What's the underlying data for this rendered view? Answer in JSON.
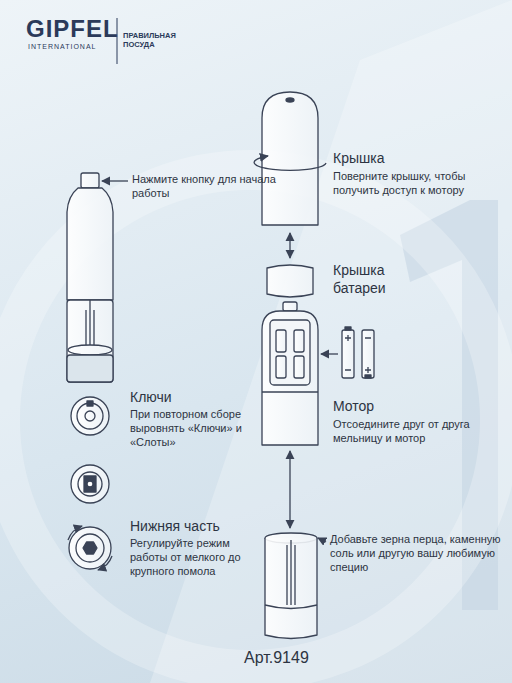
{
  "diagram": {
    "labels": [
      "GIPFEL",
      "INTERNATIONAL",
      "ПРАВИЛЬНАЯ ПОСУДА",
      "Нажмите кнопку для начала работы",
      "Крышка",
      "Поверните крышку, чтобы получить доступ к мотору",
      "Крышка батареи",
      "Ключи",
      "При повторном сборе выровнять «Ключи» и «Слоты»",
      "Мотор",
      "Отсоедините друг от друга мельницу и мотор",
      "Добавьте зерна перца, каменную соль или другую вашу любимую специю",
      "Нижняя часть",
      "Регулируйте режим работы от мелкого до крупного помола",
      "Арт.9149"
    ]
  }
}
